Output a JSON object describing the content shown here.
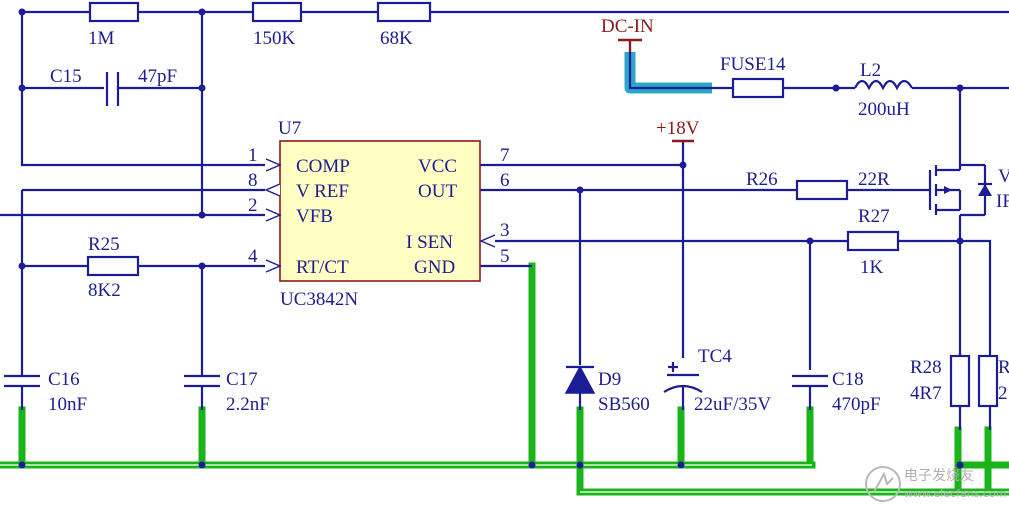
{
  "ic": {
    "ref": "U7",
    "part": "UC3842N",
    "pins": {
      "comp": "COMP",
      "vref": "V REF",
      "vfb": "VFB",
      "rtct": "RT/CT",
      "vcc": "VCC",
      "out": "OUT",
      "isen": "I SEN",
      "gnd": "GND"
    },
    "pin_numbers": {
      "comp": "1",
      "vref": "8",
      "vfb": "2",
      "rtct": "4",
      "vcc": "7",
      "out": "6",
      "isen": "3",
      "gnd": "5"
    }
  },
  "resistors": {
    "r_top1": "1M",
    "r_top2": "150K",
    "r_top3": "68K",
    "r25_ref": "R25",
    "r25_val": "8K2",
    "r26_ref": "R26",
    "r26_val": "22R",
    "r27_ref": "R27",
    "r27_val": "1K",
    "r28_ref": "R28",
    "r28_val": "4R7",
    "r29_ref": "R",
    "r29_val": "2"
  },
  "capacitors": {
    "c15_ref": "C15",
    "c15_val": "47pF",
    "c16_ref": "C16",
    "c16_val": "10nF",
    "c17_ref": "C17",
    "c17_val": "2.2nF",
    "c18_ref": "C18",
    "c18_val": "470pF",
    "tc4_ref": "TC4",
    "tc4_val": "22uF/35V"
  },
  "diode": {
    "ref": "D9",
    "val": "SB560"
  },
  "inductor": {
    "ref": "L2",
    "val": "200uH"
  },
  "fuse": {
    "ref": "FUSE14"
  },
  "ports": {
    "dc_in": "DC-IN",
    "v18": "+18V"
  },
  "mosfet": {
    "ref": "V",
    "val": "IF"
  },
  "watermark": {
    "brand": "电子发烧友",
    "url": "www.elecfans.com"
  },
  "colors": {
    "wire": "#1c1c96",
    "ground": "#19b419",
    "port": "#8b1a1a",
    "ic_fill": "#ffffc4",
    "highlight": "#29a6c8"
  }
}
